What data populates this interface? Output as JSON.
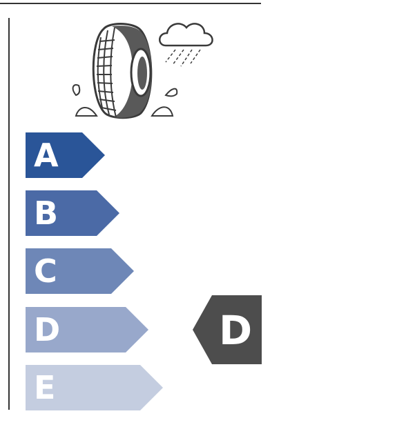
{
  "pictogram": {
    "icon": "wet-grip-tyre-rain-icon"
  },
  "scale": {
    "classes": [
      {
        "letter": "A",
        "color": "#2a5598"
      },
      {
        "letter": "B",
        "color": "#4b6aa6"
      },
      {
        "letter": "C",
        "color": "#6e87b7"
      },
      {
        "letter": "D",
        "color": "#98a8cb"
      },
      {
        "letter": "E",
        "color": "#c4cde0"
      }
    ]
  },
  "rating": {
    "letter": "D",
    "color": "#4d4d4d"
  }
}
